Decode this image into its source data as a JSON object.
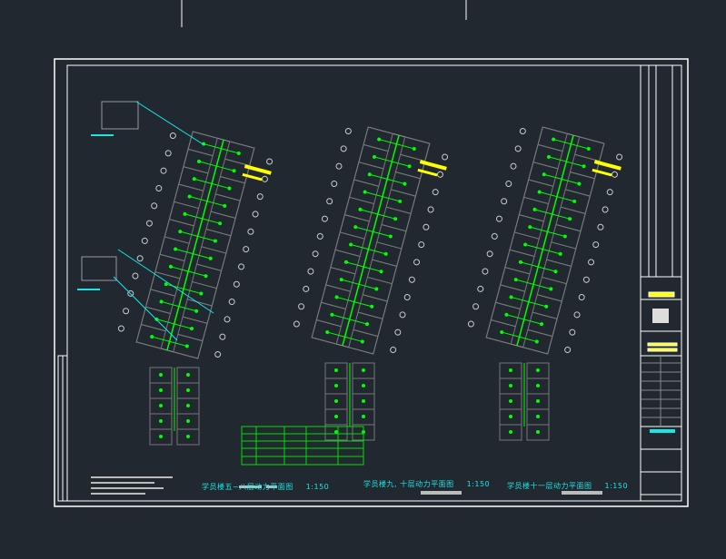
{
  "drawing": {
    "plans": [
      {
        "title": "学员楼五~八层动力平面图",
        "scale": "1:150"
      },
      {
        "title": "学员楼九, 十层动力平面图",
        "scale": "1:150"
      },
      {
        "title": "学员楼十一层动力平面图",
        "scale": "1:150"
      }
    ]
  },
  "colors": {
    "background": "#212830",
    "frame": "#ffffff",
    "wiring": "#00ff00",
    "labels": "#ffff00",
    "titles": "#19e6e6",
    "walls": "#9a9a9a"
  }
}
